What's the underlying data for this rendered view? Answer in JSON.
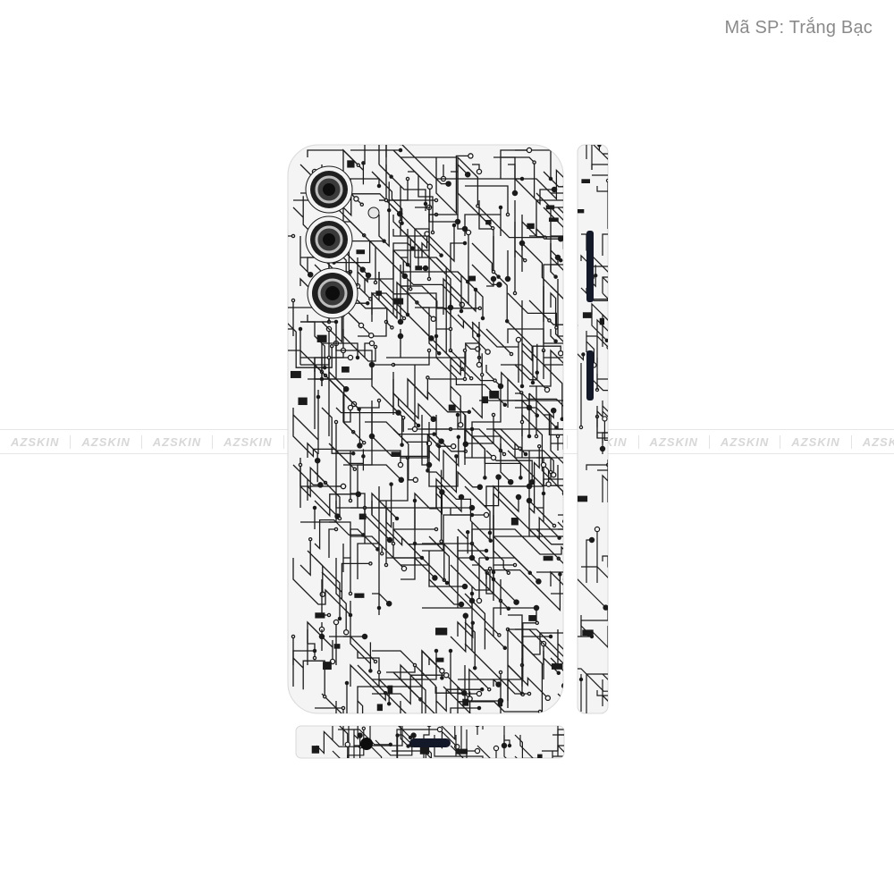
{
  "header": {
    "product_code": "Mã SP: Trắng Bạc"
  },
  "watermark": {
    "text": "AZSKIN",
    "repeat": 15,
    "color": "#d7d7d7"
  },
  "skin": {
    "pattern": "circuit-board",
    "base_color": "#f4f4f4",
    "line_color": "#1a1a1a",
    "camera_count": 3
  },
  "colors": {
    "text_muted": "#8a8a8a",
    "camera_ring": "#2a2a2a",
    "camera_lens": "#0d0d0d",
    "side_button": "#14192a"
  }
}
